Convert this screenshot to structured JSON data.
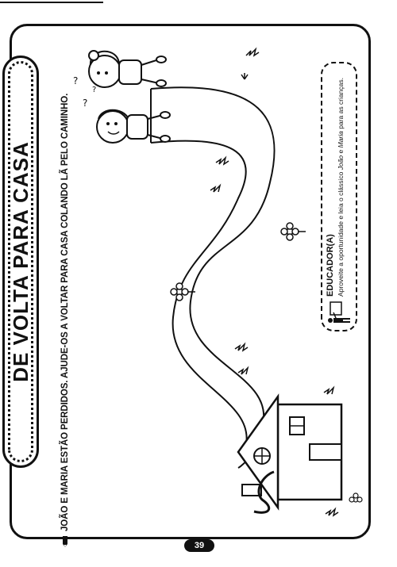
{
  "title": "DE VOLTA PARA CASA",
  "instruction": "JOÃO E MARIA ESTÃO PERDIDOS. AJUDE-OS A VOLTAR PARA CASA COLANDO LÃ PELO CAMINHO.",
  "educator": {
    "heading": "EDUCADOR(A)",
    "text_before": "Aproveite a oportunidade e leia o clássico ",
    "title_1": "João",
    "text_middle": " e ",
    "title_2": "Maria",
    "text_after": " para as crianças."
  },
  "page_number": "39",
  "icons": [
    "pencil-icon",
    "educator-icon",
    "house-icon",
    "flower-icon",
    "children-illustration"
  ]
}
